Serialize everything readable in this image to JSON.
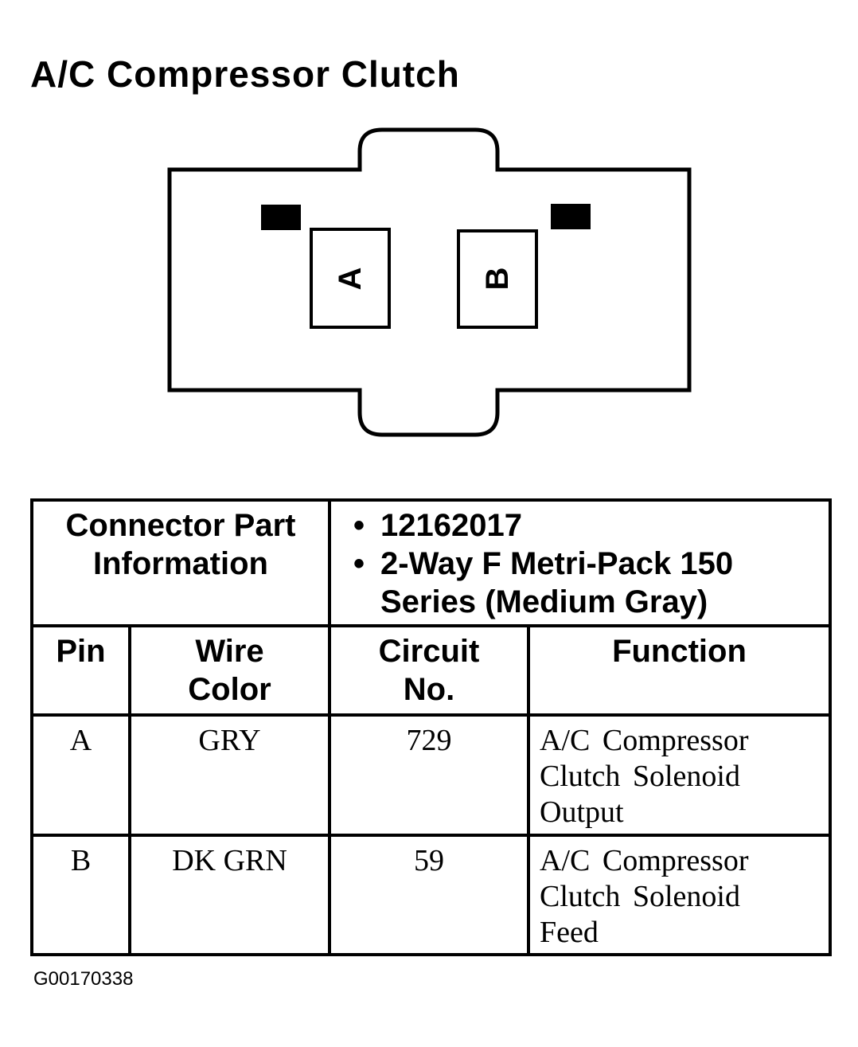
{
  "title": "A/C Compressor Clutch",
  "connector": {
    "pins": [
      "A",
      "B"
    ]
  },
  "table": {
    "part_info_label": [
      "Connector Part",
      "Information"
    ],
    "part_info_values": [
      "12162017",
      "2-Way F Metri-Pack 150",
      "Series (Medium Gray)"
    ],
    "headers": {
      "pin": "Pin",
      "wire_color": [
        "Wire",
        "Color"
      ],
      "circuit_no": [
        "Circuit",
        "No."
      ],
      "function": "Function"
    },
    "rows": [
      {
        "pin": "A",
        "wire_color": "GRY",
        "circuit": "729",
        "function": [
          "A/C Compressor",
          "Clutch Solenoid",
          "Output"
        ]
      },
      {
        "pin": "B",
        "wire_color": "DK GRN",
        "circuit": "59",
        "function": [
          "A/C Compressor",
          "Clutch Solenoid",
          "Feed"
        ]
      }
    ]
  },
  "figure_id": "G00170338"
}
